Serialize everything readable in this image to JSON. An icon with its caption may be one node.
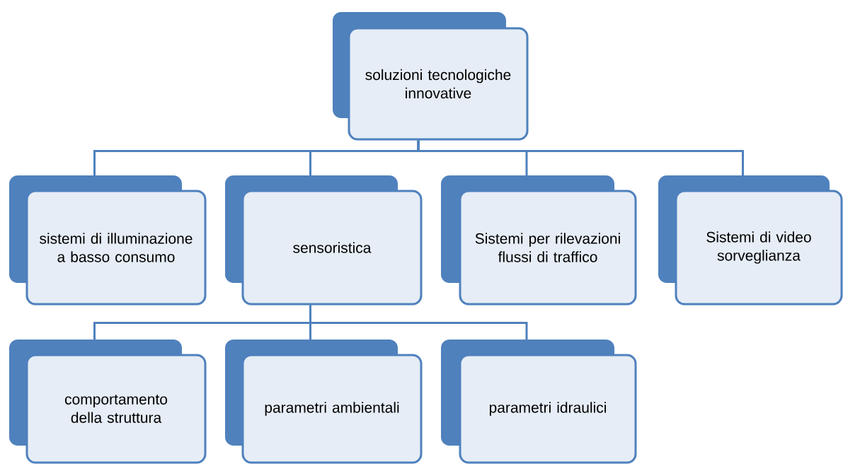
{
  "diagram": {
    "nodes": [
      {
        "text": [
          "soluzioni tecnologiche innovative"
        ]
      },
      {
        "text": [
          "sistemi di illuminazione a basso consumo"
        ]
      },
      {
        "text": [
          "sensoristica"
        ]
      },
      {
        "text": [
          "Sistemi per rilevazioni flussi di traffico"
        ]
      },
      {
        "text": [
          "Sistemi di video sorveglianza"
        ]
      },
      {
        "text": [
          "comportamento della struttura"
        ]
      },
      {
        "text": [
          "parametri ambientali"
        ]
      },
      {
        "text": [
          "parametri idraulici"
        ]
      }
    ],
    "edges": [
      {
        "from": 0,
        "to": 1,
        "arrow": "none"
      },
      {
        "from": 0,
        "to": 2,
        "arrow": "none"
      },
      {
        "from": 0,
        "to": 3,
        "arrow": "none"
      },
      {
        "from": 0,
        "to": 4,
        "arrow": "none"
      },
      {
        "from": 2,
        "to": 5,
        "arrow": "none"
      },
      {
        "from": 2,
        "to": 6,
        "arrow": "none"
      },
      {
        "from": 2,
        "to": 7,
        "arrow": "none"
      }
    ]
  }
}
